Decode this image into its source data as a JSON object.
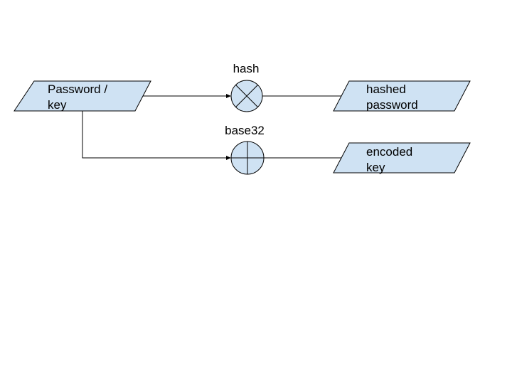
{
  "diagram": {
    "input": {
      "line1": "Password /",
      "line2": "key"
    },
    "hash_op": {
      "label": "hash",
      "symbol": "circle-x-icon"
    },
    "encode_op": {
      "label": "base32",
      "symbol": "circle-plus-icon"
    },
    "hashed_output": {
      "line1": "hashed",
      "line2": "password"
    },
    "encoded_output": {
      "line1": "encoded",
      "line2": "key"
    },
    "colors": {
      "shape_fill": "#cfe2f3",
      "stroke": "#000000",
      "background": "#ffffff"
    }
  }
}
